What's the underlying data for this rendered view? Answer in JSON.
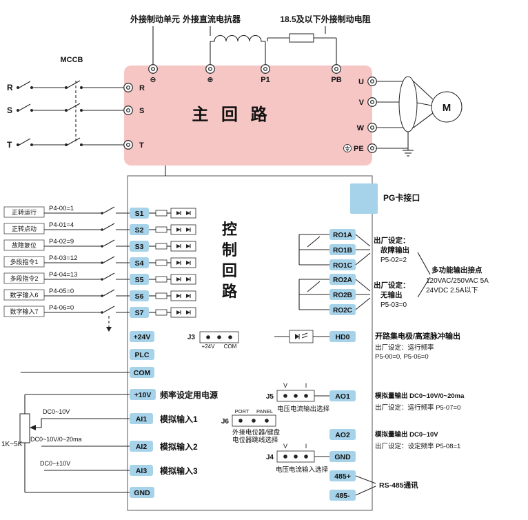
{
  "colors": {
    "pink": "#f6c6c5",
    "blue": "#a6d3ea",
    "wire": "#222222"
  },
  "top_labels": {
    "brake_unit": "外接制动单元",
    "dc_reactor": "外接直流电抗器",
    "brake_resistor": "18.5及以下外接制动电阻"
  },
  "main_circuit": {
    "title": "主 回 路",
    "mccb": "MCCB",
    "phases": [
      "R",
      "S",
      "T"
    ],
    "top_terminals": [
      "⊖",
      "⊕",
      "P1",
      "PB"
    ],
    "input_terminals": [
      "R",
      "S",
      "T"
    ],
    "output_terminals": [
      "U",
      "V",
      "W",
      "PE"
    ],
    "motor": "M"
  },
  "control_circuit": {
    "title": "控制回路",
    "title_chars": [
      "控",
      "制",
      "回",
      "路"
    ],
    "pg_card": "PG卡接口",
    "digital_inputs": [
      {
        "name": "正转运行",
        "param": "P4-00=1",
        "terminal": "S1"
      },
      {
        "name": "正转点动",
        "param": "P4-01=4",
        "terminal": "S2"
      },
      {
        "name": "故障复位",
        "param": "P4-02=9",
        "terminal": "S3"
      },
      {
        "name": "多段指令1",
        "param": "P4-03=12",
        "terminal": "S4"
      },
      {
        "name": "多段指令2",
        "param": "P4-04=13",
        "terminal": "S5"
      },
      {
        "name": "数字输入6",
        "param": "P4-05=0",
        "terminal": "S6"
      },
      {
        "name": "数字输入7",
        "param": "P4-06=0",
        "terminal": "S7"
      }
    ],
    "relay1": {
      "terminals": [
        "RO1A",
        "RO1B",
        "RO1C"
      ],
      "notes": [
        "出厂设定：",
        "故障输出",
        "P5-02=2"
      ]
    },
    "relay2": {
      "terminals": [
        "RO2A",
        "RO2B",
        "RO2C"
      ],
      "notes": [
        "出厂设定：",
        "无输出",
        "P5-03=0"
      ]
    },
    "relay_rating": [
      "多功能输出接点",
      "120VAC/250VAC 5A",
      "24VDC  2.5A以下"
    ],
    "power_terminals": [
      "+24V",
      "PLC",
      "COM"
    ],
    "j3": {
      "label": "J3",
      "pins": [
        "+24V",
        "COM"
      ]
    },
    "hd0": {
      "terminal": "HD0",
      "title": "开路集电极/高速脉冲输出",
      "notes": [
        "出厂设定：运行频率",
        "P5-00=0, P5-06=0"
      ]
    },
    "analog_inputs": {
      "power_terminal": "+10V",
      "power_note": "频率设定用电源",
      "pot": "1K~5K",
      "rows": [
        {
          "terminal": "AI1",
          "label": "模拟输入1",
          "range": "DC0~10V"
        },
        {
          "terminal": "AI2",
          "label": "模拟输入2",
          "range": "DC0~10V/0~20ma"
        },
        {
          "terminal": "AI3",
          "label": "模拟输入3",
          "range": "DC0~±10V"
        }
      ],
      "gnd": "GND"
    },
    "jumpers": {
      "j5": {
        "label": "J5",
        "pins": [
          "V",
          "I"
        ],
        "note": "电压电流输出选择"
      },
      "j6": {
        "label": "J6",
        "pins": [
          "PORT",
          "PANEL"
        ],
        "notes": [
          "外接电位器/键盘",
          "电位器跳线选择"
        ]
      },
      "j4": {
        "label": "J4",
        "pins": [
          "V",
          "I"
        ],
        "note": "电压电流输入选择"
      }
    },
    "analog_outputs": {
      "ao1": {
        "terminal": "AO1",
        "desc": "模拟量输出  DC0~10V/0~20ma",
        "note": "出厂设定：运行频率    P5-07=0"
      },
      "ao2": {
        "terminal": "AO2",
        "desc": "模拟量输出 DC0~10V",
        "note": "出厂设定：设定频率   P5-08=1"
      },
      "gnd": "GND"
    },
    "rs485": {
      "plus": "485+",
      "minus": "485-",
      "label": "RS-485通讯"
    }
  }
}
